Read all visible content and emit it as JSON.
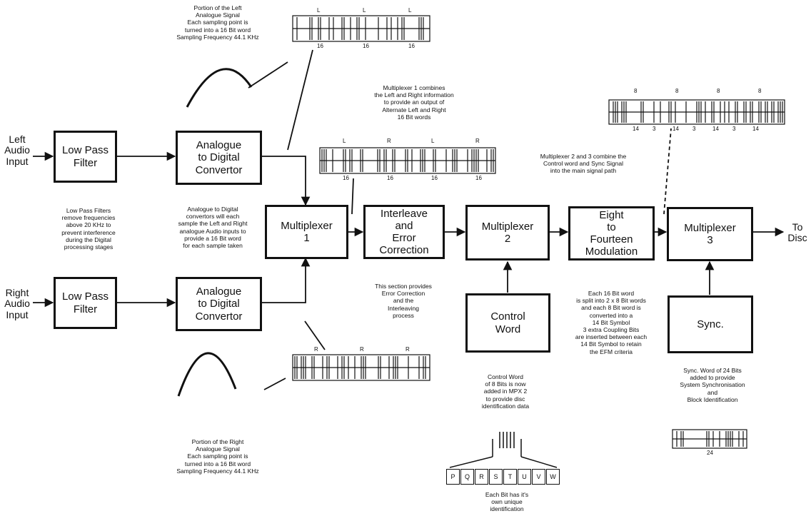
{
  "inputs": {
    "left": "Left\nAudio\nInput",
    "right": "Right\nAudio\nInput"
  },
  "output": "To\nDisc",
  "blocks": {
    "lpf_left": "Low Pass\nFilter",
    "lpf_right": "Low Pass\nFilter",
    "adc_left": "Analogue\nto Digital\nConvertor",
    "adc_right": "Analogue\nto Digital\nConvertor",
    "mux1": "Multiplexer\n1",
    "interleave": "Interleave\nand\nError\nCorrection",
    "mux2": "Multiplexer\n2",
    "efm": "Eight\nto\nFourteen\nModulation",
    "mux3": "Multiplexer\n3",
    "control_word": "Control\nWord",
    "sync": "Sync."
  },
  "notes": {
    "left_signal": "Portion of the Left\nAnalogue Signal\nEach sampling point is\nturned into a 16 Bit word\nSampling Frequency 44.1 KHz",
    "right_signal": "Portion of the Right\nAnalogue Signal\nEach sampling point is\nturned into a 16 Bit word\nSampling Frequency 44.1 KHz",
    "lpf": "Low Pass Filters\nremove frequencies\nabove 20 KHz to\nprevent interference\nduring the Digital\nprocessing stages",
    "adc": "Analogue to Digital\nconvertors will each\nsample the Left and Right\nanalogue Audio inputs to\nprovide a 16 Bit word\nfor each sample taken",
    "mux1": "Multiplexer 1 combines\nthe Left and Right information\nto provide an output of\nAlternate Left and Right\n16 Bit words",
    "mux23": "Multiplexer 2 and 3 combine the\nControl word and Sync Signal\ninto the main signal path",
    "interleave": "This section provides\nError Correction\nand the\nInterleaving\nprocess",
    "control": "Control Word\nof 8 Bits is now\nadded in MPX 2\nto provide disc\nidentification data",
    "efm": "Each 16 Bit word\nis split into 2 x 8 Bit words\nand each 8 Bit word is\nconverted into a\n14 Bit Symbol\n3 extra Coupling Bits\nare inserted between each\n14 Bit Symbol to retain\nthe EFM criteria",
    "sync": "Sync. Word of 24 Bits\nadded to provide\nSystem Synchronisation\nand\nBlock Identification",
    "pq": "Each Bit has it's\nown unique\nidentification"
  },
  "pq_letters": [
    "P",
    "Q",
    "R",
    "S",
    "T",
    "U",
    "V",
    "W"
  ],
  "word_labels": {
    "left_top": [
      "L",
      "L",
      "L"
    ],
    "left_bottom": [
      "16",
      "16",
      "16"
    ],
    "mux1_top": [
      "L",
      "R",
      "L",
      "R"
    ],
    "mux1_bottom": [
      "16",
      "16",
      "16",
      "16"
    ],
    "efm_top": [
      "8",
      "8",
      "8",
      "8"
    ],
    "efm_bottom": [
      "14",
      "3",
      "14",
      "3",
      "14",
      "3",
      "14"
    ],
    "right_top": [
      "R",
      "R",
      "R"
    ],
    "sync_bottom": "24"
  }
}
